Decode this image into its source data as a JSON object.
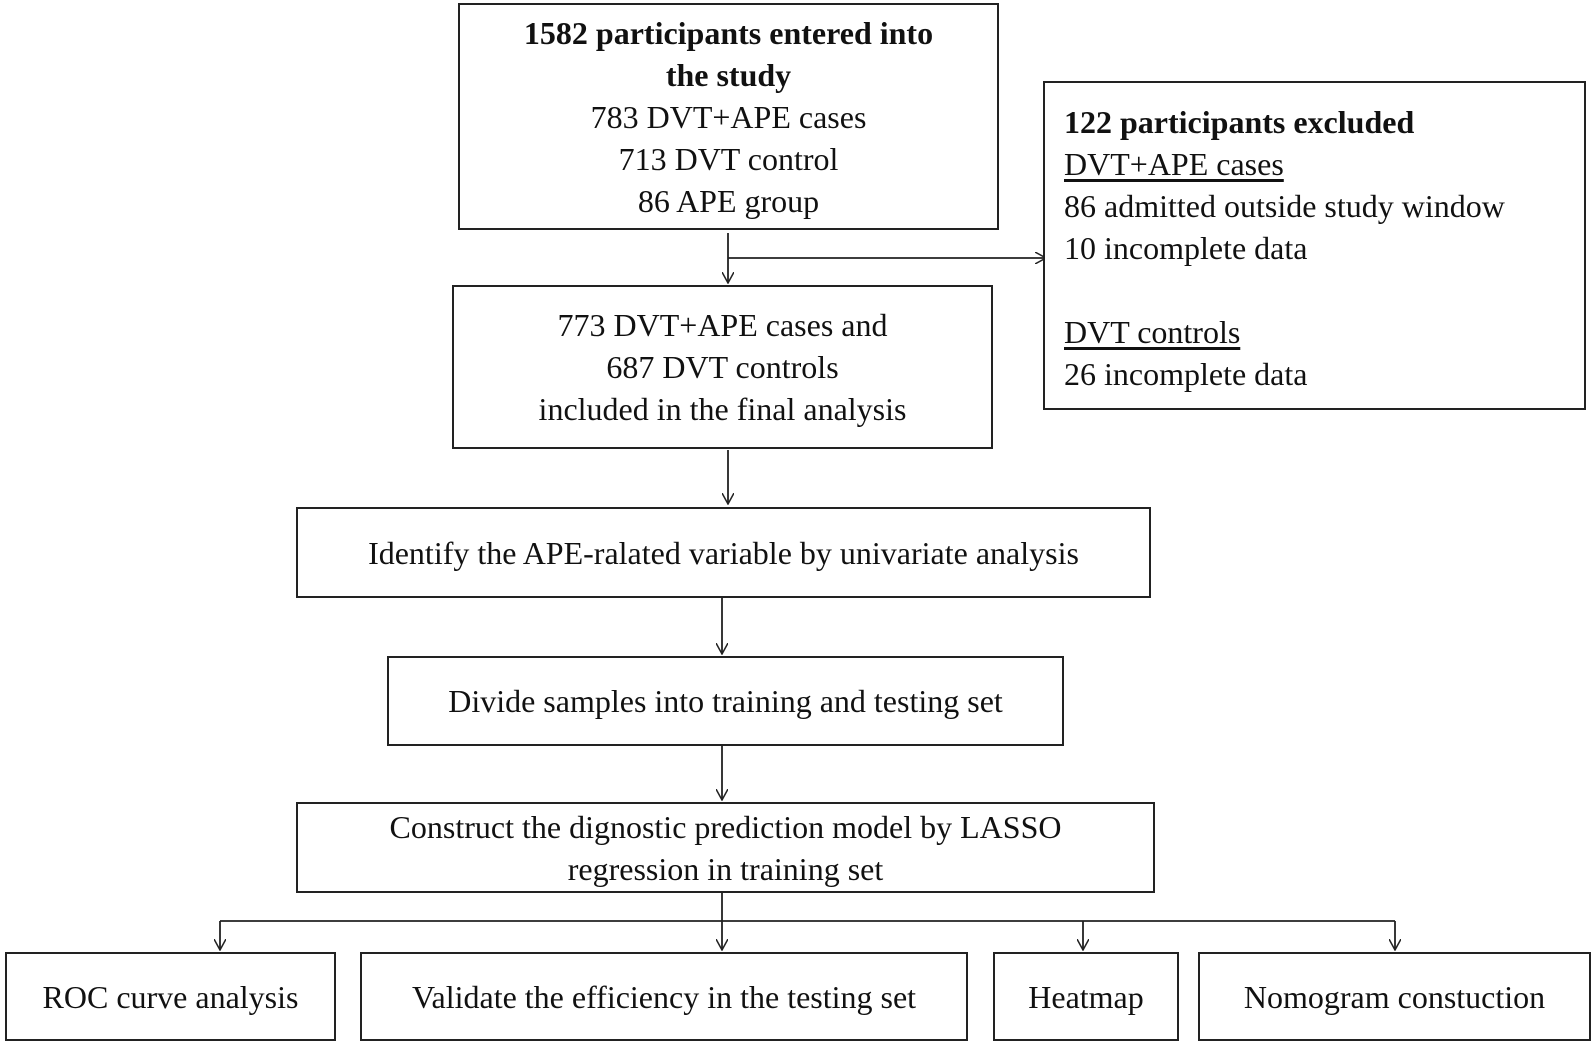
{
  "enrollment": {
    "title_line1": "1582 participants entered into",
    "title_line2": "the study",
    "line1": "783 DVT+APE cases",
    "line2": "713 DVT control",
    "line3": "86 APE group"
  },
  "excluded": {
    "title": "122 participants excluded",
    "group1_header": "DVT+APE cases",
    "group1_line1": "86 admitted outside study window",
    "group1_line2": "10 incomplete data",
    "group2_header": "DVT controls",
    "group2_line1": "26 incomplete data"
  },
  "included": {
    "line1": "773 DVT+APE cases and",
    "line2": "687 DVT controls",
    "line3": "included in the final analysis"
  },
  "univariate": {
    "text": "Identify the APE-ralated variable by univariate analysis"
  },
  "divide": {
    "text": "Divide samples into training and testing set"
  },
  "lasso": {
    "line1": "Construct the dignostic prediction model by LASSO",
    "line2": "regression in training set"
  },
  "outputs": {
    "roc": "ROC curve analysis",
    "validate": "Validate the efficiency in the testing set",
    "heatmap": "Heatmap",
    "nomogram": "Nomogram constuction"
  }
}
